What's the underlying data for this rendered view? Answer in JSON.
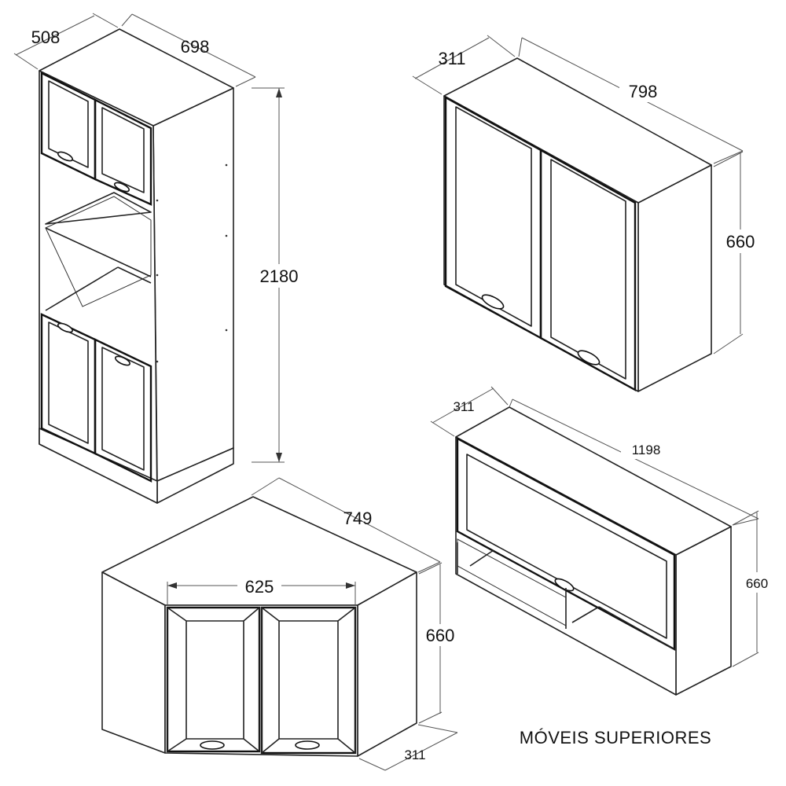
{
  "caption": "MÓVEIS SUPERIORES",
  "tall_cabinet": {
    "depth": "508",
    "width": "698",
    "height": "2180"
  },
  "upper_two_door": {
    "depth": "311",
    "width": "798",
    "height": "660"
  },
  "corner_cabinet": {
    "front_width": "625",
    "side_width": "749",
    "height": "660",
    "depth": "311"
  },
  "flip_up_cabinet": {
    "depth": "311",
    "width": "1198",
    "height": "660"
  }
}
